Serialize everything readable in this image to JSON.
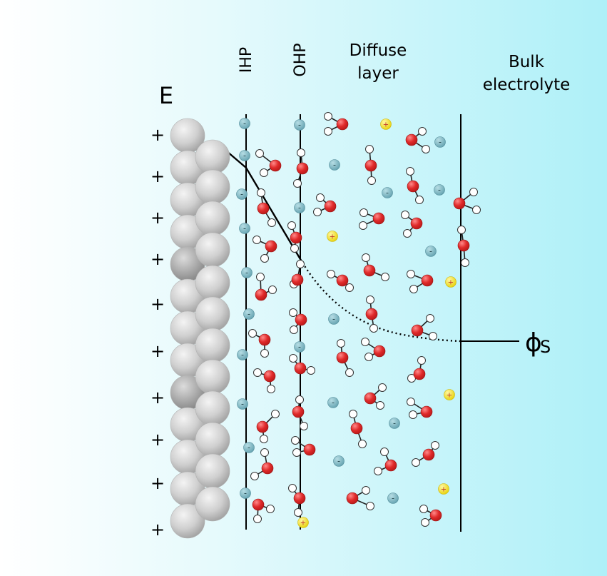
{
  "labels": {
    "electrode": "E",
    "ihp": "IHP",
    "ohp": "OHP",
    "diffuse_line1": "Diffuse",
    "diffuse_line2": "layer",
    "bulk_line1": "Bulk",
    "bulk_line2": "electrolyte",
    "potential_symbol": "ϕ",
    "potential_subscript": "S",
    "positive_charge": "+",
    "anion_sign": "-",
    "cation_sign": "+"
  },
  "colors": {
    "background_left": "#ffffff",
    "background_right": "#aef0f8",
    "anion": "#78b8c4",
    "cation": "#f4e21a",
    "oxygen": "#e02a2a",
    "hydrogen": "#ffffff",
    "electrode_sphere": "#c4c4c4",
    "lines": "#000000"
  },
  "counts": {
    "surface_charges": 10
  }
}
